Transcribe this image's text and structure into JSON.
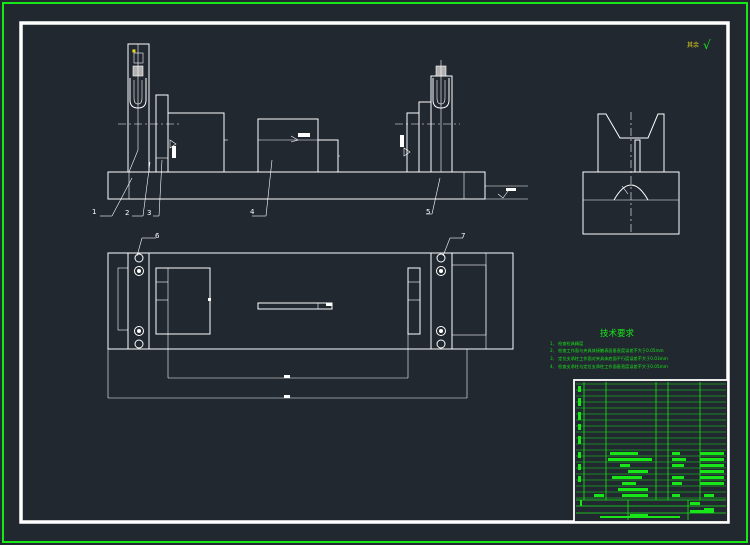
{
  "colors": {
    "background": "#212830",
    "outer_border": "#19e619",
    "drawing_lines": "#ffffff",
    "notes_text": "#19e619",
    "annotation_yellow": "#e8d81a",
    "hatch": "#b0b0b0"
  },
  "roughness_mark": {
    "label": "其余",
    "symbol": "√"
  },
  "balloons": [
    "1",
    "2",
    "3",
    "4",
    "5",
    "6",
    "7"
  ],
  "tech_requirements": {
    "title": "技术要求",
    "items": [
      "1、 检查检具精度",
      "2、 检查工作面与夹具体接触表面垂直度误差不大于0.05mm",
      "3、 定位支承柱工作面对夹具体底面平行度误差不大于0.03mm",
      "4、 检查支承柱与定位支承柱工作面垂直度误差不大于0.05mm"
    ]
  }
}
